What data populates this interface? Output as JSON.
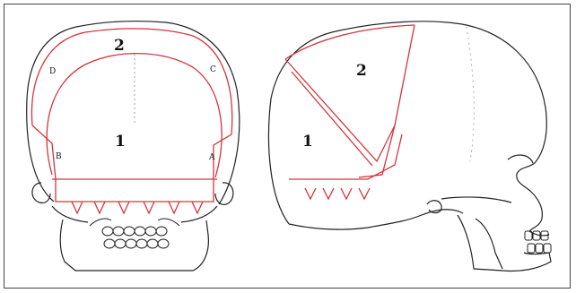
{
  "figure": {
    "colors": {
      "outline": "#222222",
      "zone": "#d6333f",
      "frame": "#444444",
      "background": "#ffffff"
    },
    "front_view": {
      "region_labels": [
        "2",
        "1"
      ],
      "point_labels": [
        "D",
        "C",
        "B",
        "A"
      ]
    },
    "side_view": {
      "region_labels": [
        "2",
        "1"
      ]
    }
  }
}
